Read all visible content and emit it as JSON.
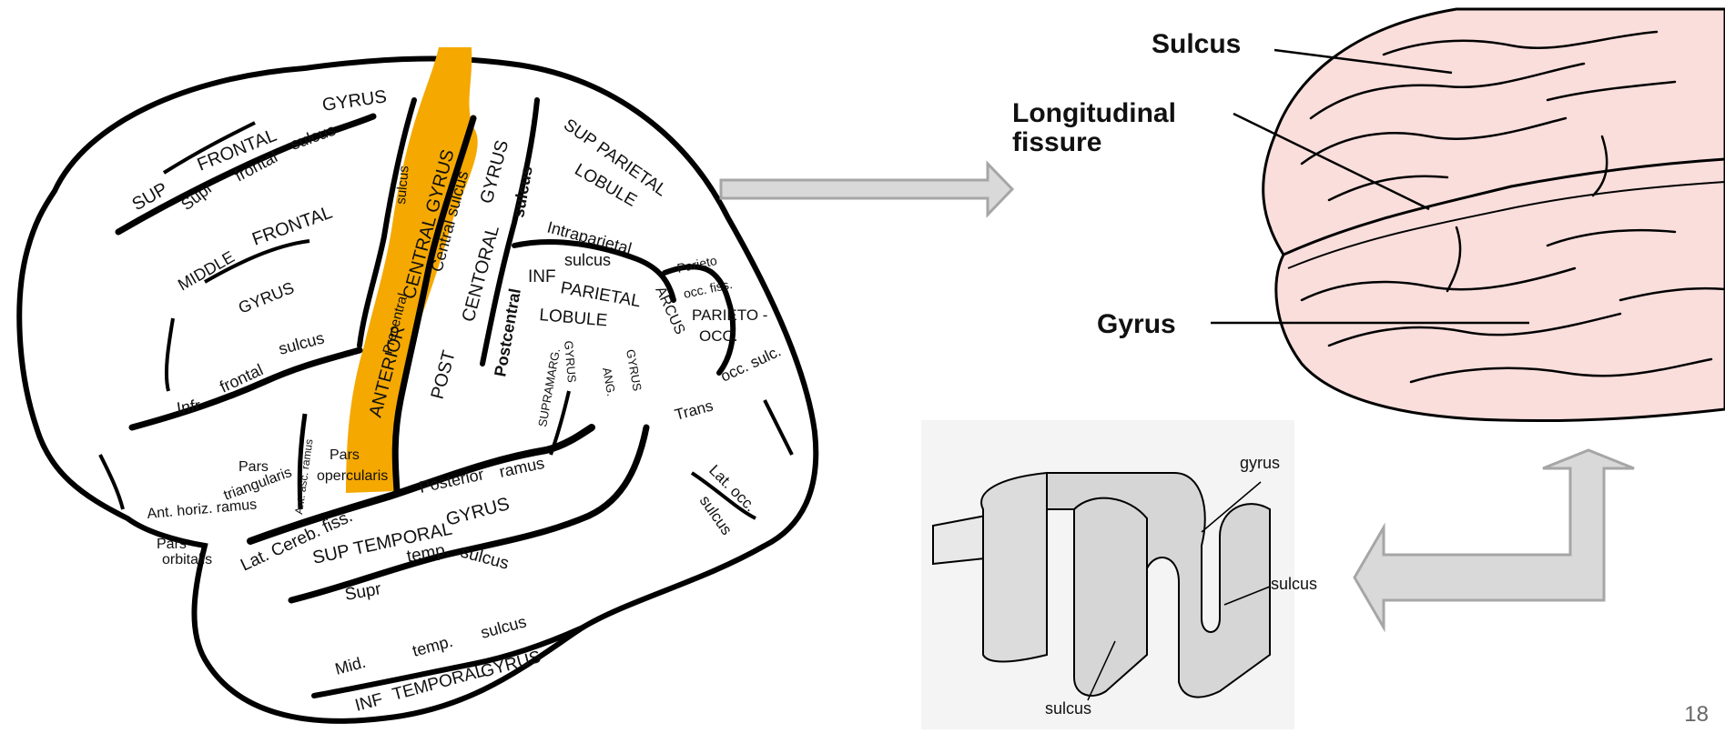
{
  "slide": {
    "page_number": "18",
    "lateral_brain": {
      "labels": [
        "SUP",
        "FRONTAL",
        "GYRUS",
        "Supr",
        "frontal",
        "sulcus",
        "MIDDLE",
        "FRONTAL",
        "GYRUS",
        "Infr",
        "frontal",
        "sulcus",
        "sulcus",
        "CENTRAL GYRUS",
        "ANTERIOR",
        "Precentral",
        "Central sulcus",
        "POST",
        "CENTORAL",
        "GYRUS",
        "Postcentral",
        "sulcus",
        "SUP PARIETAL",
        "LOBULE",
        "Intraparietal",
        "sulcus",
        "INF",
        "PARIETAL",
        "LOBULE",
        "SUPRAMARG.",
        "GYRUS",
        "ANG.",
        "GYRUS",
        "Parieto",
        "occ. fiss.",
        "ARCUS",
        "PARIETO -",
        "OCC.",
        "Trans",
        "occ. sulc.",
        "Lat. occ.",
        "sulcus",
        "Pars",
        "opercularis",
        "Pars",
        "triangularis",
        "Ant. asc. ramus",
        "Ant. horiz. ramus",
        "Pars",
        "orbitalis",
        "Posterior",
        "ramus",
        "Lat. Cereb. fiss.",
        "SUP",
        "TEMPORAL",
        "GYRUS",
        "Supr",
        "temp.",
        "sulcus",
        "Mid.",
        "temp.",
        "sulcus",
        "INF",
        "TEMPORAL",
        "GYRUS"
      ]
    },
    "superior_brain": {
      "sulcus_label": "Sulcus",
      "longitudinal_label_line1": "Longitudinal",
      "longitudinal_label_line2": "fissure",
      "gyrus_label": "Gyrus"
    },
    "fold_diagram": {
      "gyrus_label": "gyrus",
      "sulcus_right_label": "sulcus",
      "sulcus_bottom_label": "sulcus"
    },
    "colors": {
      "highlight": "#F5A800",
      "arrow_fill": "#D9D9D9",
      "arrow_stroke": "#A6A6A6",
      "brain_pink": "#F9DEDC"
    }
  }
}
